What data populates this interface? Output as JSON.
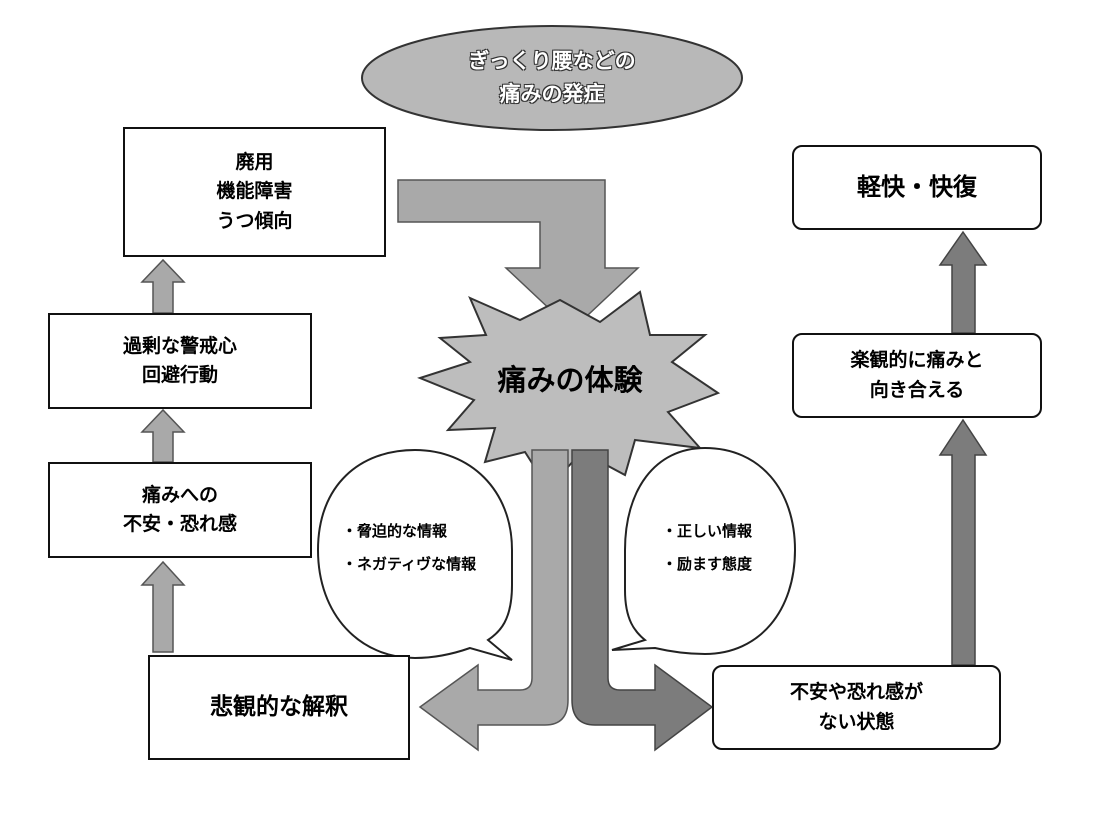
{
  "top_ellipse": "ぎっくり腰などの\n痛みの発症",
  "center_burst": "痛みの体験",
  "left_column": {
    "box_disuse": "廃用\n機能障害\nうつ傾向",
    "box_avoidance": "過剰な警戒心\n回避行動",
    "box_fear": "痛みへの\n不安・恐れ感",
    "box_pessimistic": "悲観的な解釈"
  },
  "right_column": {
    "box_recovery": "軽快・快復",
    "box_optimistic": "楽観的に痛みと\n向き合える",
    "box_no_fear": "不安や恐れ感が\nない状態"
  },
  "left_bubble": {
    "items": [
      "・脅迫的な情報",
      "・ネガティヴな情報"
    ]
  },
  "right_bubble": {
    "items": [
      "・正しい情報",
      "・励ます態度"
    ]
  },
  "colors": {
    "arrow_left": "#a9a9a9",
    "arrow_right": "#7c7c7c",
    "ellipse_fill": "#b8b8b8",
    "burst_fill": "#bdbdbd"
  }
}
